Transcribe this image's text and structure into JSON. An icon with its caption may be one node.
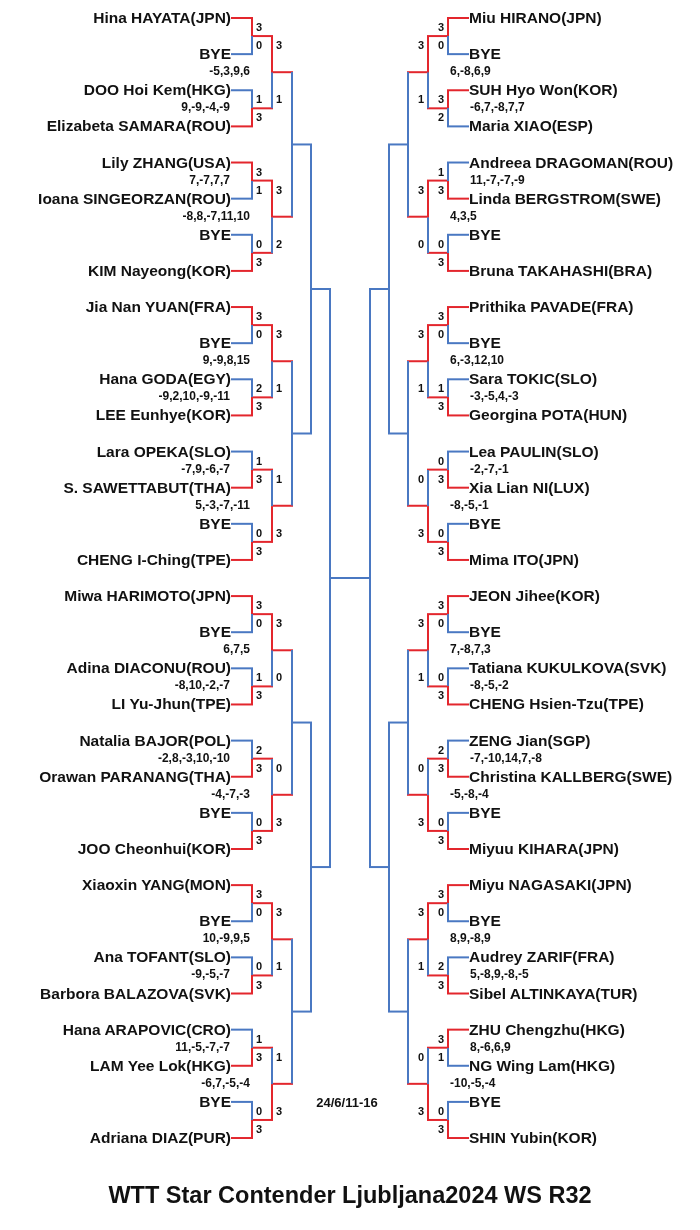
{
  "diagram": {
    "title": "WTT Star Contender Ljubljana2024 WS R32",
    "nodes": [
      {
        "text": [
          "Hina HAYATA(JPN)"
        ]
      },
      {
        "text": [
          "BYE"
        ]
      },
      {
        "text": [
          "DOO Hoi Kem(HKG)"
        ]
      },
      {
        "text": [
          "Elizabeta SAMARA(ROU)"
        ]
      },
      {
        "text": [
          "Lily ZHANG(USA)"
        ]
      },
      {
        "text": [
          "Ioana SINGEORZAN(ROU)"
        ]
      },
      {
        "text": [
          "BYE"
        ]
      },
      {
        "text": [
          "KIM Nayeong(KOR)"
        ]
      },
      {
        "text": [
          "Jia Nan YUAN(FRA)"
        ]
      },
      {
        "text": [
          "BYE"
        ]
      },
      {
        "text": [
          "Hana GODA(EGY)"
        ]
      },
      {
        "text": [
          "LEE Eunhye(KOR)"
        ]
      },
      {
        "text": [
          "Lara OPEKA(SLO)"
        ]
      },
      {
        "text": [
          "S. SAWETTABUT(THA)"
        ]
      },
      {
        "text": [
          "BYE"
        ]
      },
      {
        "text": [
          "CHENG I-Ching(TPE)"
        ]
      },
      {
        "text": [
          "Miwa HARIMOTO(JPN)"
        ]
      },
      {
        "text": [
          "BYE"
        ]
      },
      {
        "text": [
          "Adina DIACONU(ROU)"
        ]
      },
      {
        "text": [
          "LI Yu-Jhun(TPE)"
        ]
      },
      {
        "text": [
          "Natalia BAJOR(POL)"
        ]
      },
      {
        "text": [
          "Orawan PARANANG(THA)"
        ]
      },
      {
        "text": [
          "BYE"
        ]
      },
      {
        "text": [
          "JOO Cheonhui(KOR)"
        ]
      },
      {
        "text": [
          "Xiaoxin YANG(MON)"
        ]
      },
      {
        "text": [
          "BYE"
        ]
      },
      {
        "text": [
          "Ana TOFANT(SLO)"
        ]
      },
      {
        "text": [
          "Barbora BALAZOVA(SVK)"
        ]
      },
      {
        "text": [
          "Hana ARAPOVIC(CRO)"
        ]
      },
      {
        "text": [
          "LAM Yee Lok(HKG)"
        ]
      },
      {
        "text": [
          "BYE"
        ]
      },
      {
        "text": [
          "Adriana DIAZ(PUR)"
        ]
      },
      {
        "text": [
          "Miu HIRANO(JPN)"
        ]
      },
      {
        "text": [
          "BYE"
        ]
      },
      {
        "text": [
          "SUH Hyo Won(KOR)"
        ]
      },
      {
        "text": [
          "Maria XIAO(ESP)"
        ]
      },
      {
        "text": [
          "Andreea DRAGOMAN(ROU)"
        ]
      },
      {
        "text": [
          "Linda BERGSTROM(SWE)"
        ]
      },
      {
        "text": [
          "BYE"
        ]
      },
      {
        "text": [
          "Bruna TAKAHASHI(BRA)"
        ]
      },
      {
        "text": [
          "Prithika PAVADE(FRA)"
        ]
      },
      {
        "text": [
          "BYE"
        ]
      },
      {
        "text": [
          "Sara TOKIC(SLO)"
        ]
      },
      {
        "text": [
          "Georgina POTA(HUN)"
        ]
      },
      {
        "text": [
          "Lea PAULIN(SLO)"
        ]
      },
      {
        "text": [
          "Xia Lian NI(LUX)"
        ]
      },
      {
        "text": [
          "BYE"
        ]
      },
      {
        "text": [
          "Mima ITO(JPN)"
        ]
      },
      {
        "text": [
          "JEON Jihee(KOR)"
        ]
      },
      {
        "text": [
          "BYE"
        ]
      },
      {
        "text": [
          "Tatiana KUKULKOVA(SVK)"
        ]
      },
      {
        "text": [
          "CHENG Hsien-Tzu(TPE)"
        ]
      },
      {
        "text": [
          "ZENG Jian(SGP)"
        ]
      },
      {
        "text": [
          "Christina KALLBERG(SWE)"
        ]
      },
      {
        "text": [
          "BYE"
        ]
      },
      {
        "text": [
          "Miyuu KIHARA(JPN)"
        ]
      },
      {
        "text": [
          "Miyu NAGASAKI(JPN)"
        ]
      },
      {
        "text": [
          "BYE"
        ]
      },
      {
        "text": [
          "Audrey ZARIF(FRA)"
        ]
      },
      {
        "text": [
          "Sibel ALTINKAYA(TUR)"
        ]
      },
      {
        "text": [
          "ZHU Chengzhu(HKG)"
        ]
      },
      {
        "text": [
          "NG Wing Lam(HKG)"
        ]
      },
      {
        "text": [
          "BYE"
        ]
      },
      {
        "text": [
          "SHIN Yubin(KOR)"
        ]
      },
      {
        "text": [],
        "shape": "line"
      },
      {
        "text": [],
        "shape": "line"
      },
      {
        "text": [],
        "shape": "line"
      },
      {
        "text": [],
        "shape": "line"
      },
      {
        "text": [],
        "shape": "line"
      },
      {
        "text": [],
        "shape": "line"
      },
      {
        "text": [],
        "shape": "line"
      },
      {
        "text": [],
        "shape": "line"
      },
      {
        "text": [],
        "shape": "line"
      },
      {
        "text": [],
        "shape": "line"
      },
      {
        "text": [],
        "shape": "line"
      },
      {
        "text": [],
        "shape": "line"
      },
      {
        "text": [],
        "shape": "line"
      },
      {
        "text": [],
        "shape": "line"
      },
      {
        "text": [],
        "shape": "line"
      },
      {
        "text": [],
        "shape": "line"
      },
      {
        "text": [],
        "shape": "line"
      },
      {
        "text": [],
        "shape": "line"
      },
      {
        "text": [],
        "shape": "line"
      },
      {
        "text": [],
        "shape": "line"
      },
      {
        "text": [],
        "shape": "line"
      },
      {
        "text": [],
        "shape": "line"
      },
      {
        "text": [],
        "shape": "line"
      },
      {
        "text": [],
        "shape": "line"
      },
      {
        "text": [],
        "shape": "line"
      },
      {
        "text": [],
        "shape": "line"
      },
      {
        "text": [],
        "shape": "line"
      },
      {
        "text": [],
        "shape": "line"
      },
      {
        "text": [],
        "shape": "line"
      },
      {
        "text": [],
        "shape": "line"
      },
      {
        "text": [],
        "shape": "line"
      },
      {
        "text": [],
        "shape": "line"
      },
      {
        "text": [],
        "shape": "line"
      },
      {
        "text": [],
        "shape": "line"
      },
      {
        "text": [],
        "shape": "line"
      },
      {
        "text": [],
        "shape": "line"
      },
      {
        "text": [],
        "shape": "line"
      },
      {
        "text": [],
        "shape": "line"
      },
      {
        "text": [],
        "shape": "line"
      },
      {
        "text": [],
        "shape": "line"
      },
      {
        "text": [],
        "shape": "line"
      },
      {
        "text": [],
        "shape": "line"
      },
      {
        "text": [],
        "shape": "line"
      },
      {
        "text": [],
        "shape": "line"
      },
      {
        "text": [],
        "shape": "line"
      },
      {
        "text": [],
        "shape": "line"
      },
      {
        "text": [],
        "shape": "line"
      },
      {
        "text": [],
        "shape": "line"
      },
      {
        "text": [],
        "shape": "line"
      },
      {
        "text": [],
        "shape": "line"
      },
      {
        "text": [],
        "shape": "line"
      },
      {
        "text": [],
        "shape": "line"
      },
      {
        "text": [],
        "shape": "line"
      },
      {
        "text": [],
        "shape": "line"
      },
      {
        "text": [],
        "shape": "line"
      },
      {
        "text": [],
        "shape": "line"
      },
      {
        "text": [],
        "shape": "line"
      },
      {
        "text": [],
        "shape": "line"
      },
      {
        "text": [],
        "shape": "line"
      },
      {
        "text": [],
        "shape": "line"
      },
      {
        "text": [],
        "shape": "line"
      },
      {
        "text": [],
        "shape": "line"
      }
    ],
    "edges": [
      {
        "from": 0,
        "to": 64,
        "arrow": "none",
        "label": "3"
      },
      {
        "from": 1,
        "to": 64,
        "arrow": "none",
        "label": "0",
        "color": "#4a78c2"
      },
      {
        "from": 2,
        "to": 65,
        "arrow": "none",
        "label": "1",
        "color": "#4a78c2"
      },
      {
        "from": 3,
        "to": 65,
        "arrow": "none",
        "label": "3"
      },
      {
        "from": 4,
        "to": 66,
        "arrow": "none",
        "label": "3"
      },
      {
        "from": 5,
        "to": 66,
        "arrow": "none",
        "label": "1",
        "color": "#4a78c2"
      },
      {
        "from": 6,
        "to": 67,
        "arrow": "none",
        "label": "0",
        "color": "#4a78c2"
      },
      {
        "from": 7,
        "to": 67,
        "arrow": "none",
        "label": "3"
      },
      {
        "from": 8,
        "to": 68,
        "arrow": "none",
        "label": "3"
      },
      {
        "from": 9,
        "to": 68,
        "arrow": "none",
        "label": "0",
        "color": "#4a78c2"
      },
      {
        "from": 10,
        "to": 69,
        "arrow": "none",
        "label": "2",
        "color": "#4a78c2"
      },
      {
        "from": 11,
        "to": 69,
        "arrow": "none",
        "label": "3"
      },
      {
        "from": 12,
        "to": 70,
        "arrow": "none",
        "label": "1",
        "color": "#4a78c2"
      },
      {
        "from": 13,
        "to": 70,
        "arrow": "none",
        "label": "3"
      },
      {
        "from": 14,
        "to": 71,
        "arrow": "none",
        "label": "0",
        "color": "#4a78c2"
      },
      {
        "from": 15,
        "to": 71,
        "arrow": "none",
        "label": "3"
      },
      {
        "from": 16,
        "to": 72,
        "arrow": "none",
        "label": "3"
      },
      {
        "from": 17,
        "to": 72,
        "arrow": "none",
        "label": "0",
        "color": "#4a78c2"
      },
      {
        "from": 18,
        "to": 73,
        "arrow": "none",
        "label": "1",
        "color": "#4a78c2"
      },
      {
        "from": 19,
        "to": 73,
        "arrow": "none",
        "label": "3"
      },
      {
        "from": 20,
        "to": 74,
        "arrow": "none",
        "label": "2",
        "color": "#4a78c2"
      },
      {
        "from": 21,
        "to": 74,
        "arrow": "none",
        "label": "3"
      },
      {
        "from": 22,
        "to": 75,
        "arrow": "none",
        "label": "0",
        "color": "#4a78c2"
      },
      {
        "from": 23,
        "to": 75,
        "arrow": "none",
        "label": "3"
      },
      {
        "from": 24,
        "to": 76,
        "arrow": "none",
        "label": "3"
      },
      {
        "from": 25,
        "to": 76,
        "arrow": "none",
        "label": "0",
        "color": "#4a78c2"
      },
      {
        "from": 26,
        "to": 77,
        "arrow": "none",
        "label": "0",
        "color": "#4a78c2"
      },
      {
        "from": 27,
        "to": 77,
        "arrow": "none",
        "label": "3"
      },
      {
        "from": 28,
        "to": 78,
        "arrow": "none",
        "label": "1",
        "color": "#4a78c2"
      },
      {
        "from": 29,
        "to": 78,
        "arrow": "none",
        "label": "3"
      },
      {
        "from": 30,
        "to": 79,
        "arrow": "none",
        "label": "0",
        "color": "#4a78c2"
      },
      {
        "from": 31,
        "to": 79,
        "arrow": "none",
        "label": "3"
      },
      {
        "from": 64,
        "to": 80,
        "arrow": "none",
        "label": "3"
      },
      {
        "from": 65,
        "to": 80,
        "arrow": "none",
        "label": "1"
      },
      {
        "from": 66,
        "to": 81,
        "arrow": "none",
        "label": "3"
      },
      {
        "from": 67,
        "to": 81,
        "arrow": "none",
        "label": "2"
      },
      {
        "from": 68,
        "to": 82,
        "arrow": "none",
        "label": "3"
      },
      {
        "from": 69,
        "to": 82,
        "arrow": "none",
        "label": "1"
      },
      {
        "from": 70,
        "to": 83,
        "arrow": "none",
        "label": "1"
      },
      {
        "from": 71,
        "to": 83,
        "arrow": "none",
        "label": "3"
      },
      {
        "from": 72,
        "to": 84,
        "arrow": "none",
        "label": "3"
      },
      {
        "from": 73,
        "to": 84,
        "arrow": "none",
        "label": "0"
      },
      {
        "from": 74,
        "to": 85,
        "arrow": "none",
        "label": "0"
      },
      {
        "from": 75,
        "to": 85,
        "arrow": "none",
        "label": "3"
      },
      {
        "from": 76,
        "to": 86,
        "arrow": "none",
        "label": "3"
      },
      {
        "from": 77,
        "to": 86,
        "arrow": "none",
        "label": "1"
      },
      {
        "from": 78,
        "to": 87,
        "arrow": "none",
        "label": "1"
      },
      {
        "from": 79,
        "to": 87,
        "arrow": "none",
        "label": "3"
      },
      {
        "from": 80,
        "to": 88,
        "arrow": "none"
      },
      {
        "from": 81,
        "to": 88,
        "arrow": "none"
      },
      {
        "from": 82,
        "to": 89,
        "arrow": "none"
      },
      {
        "from": 83,
        "to": 89,
        "arrow": "none"
      },
      {
        "from": 84,
        "to": 90,
        "arrow": "none"
      },
      {
        "from": 85,
        "to": 90,
        "arrow": "none"
      },
      {
        "from": 86,
        "to": 91,
        "arrow": "none"
      },
      {
        "from": 87,
        "to": 91,
        "arrow": "none"
      },
      {
        "from": 88,
        "to": 92,
        "arrow": "none",
        "color": "#4a78c2"
      },
      {
        "from": 89,
        "to": 92,
        "arrow": "none",
        "color": "#4a78c2"
      },
      {
        "from": 90,
        "to": 93,
        "arrow": "none",
        "color": "#4a78c2"
      },
      {
        "from": 91,
        "to": 93,
        "arrow": "none",
        "color": "#4a78c2"
      },
      {
        "from": 92,
        "to": 94,
        "arrow": "none",
        "color": "#4a78c2"
      },
      {
        "from": 93,
        "to": 94,
        "arrow": "none",
        "color": "#4a78c2"
      },
      {
        "from": 32,
        "to": 110,
        "arrow": "none",
        "label": "3"
      },
      {
        "from": 33,
        "to": 110,
        "arrow": "none",
        "label": "0",
        "color": "#4a78c2"
      },
      {
        "from": 34,
        "to": 111,
        "arrow": "none",
        "label": "3"
      },
      {
        "from": 35,
        "to": 111,
        "arrow": "none",
        "label": "2",
        "color": "#4a78c2"
      },
      {
        "from": 36,
        "to": 112,
        "arrow": "none",
        "label": "1",
        "color": "#4a78c2"
      },
      {
        "from": 37,
        "to": 112,
        "arrow": "none",
        "label": "3"
      },
      {
        "from": 38,
        "to": 113,
        "arrow": "none",
        "label": "0",
        "color": "#4a78c2"
      },
      {
        "from": 39,
        "to": 113,
        "arrow": "none",
        "label": "3"
      },
      {
        "from": 40,
        "to": 114,
        "arrow": "none",
        "label": "3"
      },
      {
        "from": 41,
        "to": 114,
        "arrow": "none",
        "label": "0",
        "color": "#4a78c2"
      },
      {
        "from": 42,
        "to": 115,
        "arrow": "none",
        "label": "1",
        "color": "#4a78c2"
      },
      {
        "from": 43,
        "to": 115,
        "arrow": "none",
        "label": "3"
      },
      {
        "from": 44,
        "to": 116,
        "arrow": "none",
        "label": "0",
        "color": "#4a78c2"
      },
      {
        "from": 45,
        "to": 116,
        "arrow": "none",
        "label": "3"
      },
      {
        "from": 46,
        "to": 117,
        "arrow": "none",
        "label": "0",
        "color": "#4a78c2"
      },
      {
        "from": 47,
        "to": 117,
        "arrow": "none",
        "label": "3"
      },
      {
        "from": 48,
        "to": 118,
        "arrow": "none",
        "label": "3"
      },
      {
        "from": 49,
        "to": 118,
        "arrow": "none",
        "label": "0",
        "color": "#4a78c2"
      },
      {
        "from": 50,
        "to": 119,
        "arrow": "none",
        "label": "0",
        "color": "#4a78c2"
      },
      {
        "from": 51,
        "to": 119,
        "arrow": "none",
        "label": "3"
      },
      {
        "from": 52,
        "to": 120,
        "arrow": "none",
        "label": "2",
        "color": "#4a78c2"
      },
      {
        "from": 53,
        "to": 120,
        "arrow": "none",
        "label": "3"
      },
      {
        "from": 54,
        "to": 121,
        "arrow": "none",
        "label": "0",
        "color": "#4a78c2"
      },
      {
        "from": 55,
        "to": 121,
        "arrow": "none",
        "label": "3"
      },
      {
        "from": 56,
        "to": 122,
        "arrow": "none",
        "label": "3"
      },
      {
        "from": 57,
        "to": 122,
        "arrow": "none",
        "label": "0",
        "color": "#4a78c2"
      },
      {
        "from": 58,
        "to": 123,
        "arrow": "none",
        "label": "2",
        "color": "#4a78c2"
      },
      {
        "from": 59,
        "to": 123,
        "arrow": "none",
        "label": "3"
      },
      {
        "from": 60,
        "to": 124,
        "arrow": "none",
        "label": "3"
      },
      {
        "from": 61,
        "to": 124,
        "arrow": "none",
        "label": "1",
        "color": "#4a78c2"
      },
      {
        "from": 62,
        "to": 125,
        "arrow": "none",
        "label": "0",
        "color": "#4a78c2"
      },
      {
        "from": 63,
        "to": 125,
        "arrow": "none",
        "label": "3"
      },
      {
        "from": 110,
        "to": 102,
        "arrow": "none",
        "label": "3"
      },
      {
        "from": 111,
        "to": 102,
        "arrow": "none",
        "label": "1"
      },
      {
        "from": 112,
        "to": 103,
        "arrow": "none",
        "label": "3"
      },
      {
        "from": 113,
        "to": 103,
        "arrow": "none",
        "label": "0"
      },
      {
        "from": 114,
        "to": 104,
        "arrow": "none",
        "label": "3"
      },
      {
        "from": 115,
        "to": 104,
        "arrow": "none",
        "label": "1"
      },
      {
        "from": 116,
        "to": 105,
        "arrow": "none",
        "label": "0"
      },
      {
        "from": 117,
        "to": 105,
        "arrow": "none",
        "label": "3"
      },
      {
        "from": 118,
        "to": 106,
        "arrow": "none",
        "label": "3"
      },
      {
        "from": 119,
        "to": 106,
        "arrow": "none",
        "label": "1"
      },
      {
        "from": 120,
        "to": 107,
        "arrow": "none",
        "label": "0"
      },
      {
        "from": 121,
        "to": 107,
        "arrow": "none",
        "label": "3"
      },
      {
        "from": 122,
        "to": 108,
        "arrow": "none",
        "label": "3"
      },
      {
        "from": 123,
        "to": 108,
        "arrow": "none",
        "label": "1"
      },
      {
        "from": 124,
        "to": 109,
        "arrow": "none",
        "label": "0"
      },
      {
        "from": 125,
        "to": 109,
        "arrow": "none",
        "label": "3"
      },
      {
        "from": 102,
        "to": 98,
        "arrow": "none"
      },
      {
        "from": 103,
        "to": 98,
        "arrow": "none"
      },
      {
        "from": 104,
        "to": 99,
        "arrow": "none"
      },
      {
        "from": 105,
        "to": 99,
        "arrow": "none"
      },
      {
        "from": 106,
        "to": 100,
        "arrow": "none"
      },
      {
        "from": 107,
        "to": 100,
        "arrow": "none"
      },
      {
        "from": 108,
        "to": 101,
        "arrow": "none"
      },
      {
        "from": 109,
        "to": 101,
        "arrow": "none"
      },
      {
        "from": 98,
        "to": 96,
        "arrow": "none",
        "color": "#4a78c2"
      },
      {
        "from": 99,
        "to": 96,
        "arrow": "none",
        "color": "#4a78c2"
      },
      {
        "from": 100,
        "to": 97,
        "arrow": "none",
        "color": "#4a78c2"
      },
      {
        "from": 101,
        "to": 97,
        "arrow": "none",
        "color": "#4a78c2"
      },
      {
        "from": 96,
        "to": 95,
        "arrow": "none",
        "color": "#4a78c2"
      },
      {
        "from": 97,
        "to": 95,
        "arrow": "none",
        "color": "#4a78c2"
      },
      {
        "from": 94,
        "to": 95,
        "arrow": "none",
        "color": "#4a78c2"
      }
    ],
    "labels": [
      "-5,3,9,6",
      "6,-8,6,9",
      "9,-9,-4,-9",
      "-6,7,-8,7,7",
      "7,-7,7,7",
      "11,-7,-7,-9",
      "-8,8,-7,11,10",
      "4,3,5",
      "9,-9,8,15",
      "6,-3,12,10",
      "-9,2,10,-9,-11",
      "-3,-5,4,-3",
      "-7,9,-6,-7",
      "-2,-7,-1",
      "5,-3,-7,-11",
      "-8,-5,-1",
      "6,7,5",
      "7,-8,7,3",
      "-8,10,-2,-7",
      "-8,-5,-2",
      "-2,8,-3,10,-10",
      "-7,-10,14,7,-8",
      "-4,-7,-3",
      "-5,-8,-4",
      "10,-9,9,5",
      "8,9,-8,9",
      "-9,-5,-7",
      "5,-8,9,-8,-5",
      "11,-5,-7,-7",
      "8,-6,6,9",
      "-6,7,-5,-4",
      "-10,-5,-4",
      "24/6/11-16"
    ]
  }
}
